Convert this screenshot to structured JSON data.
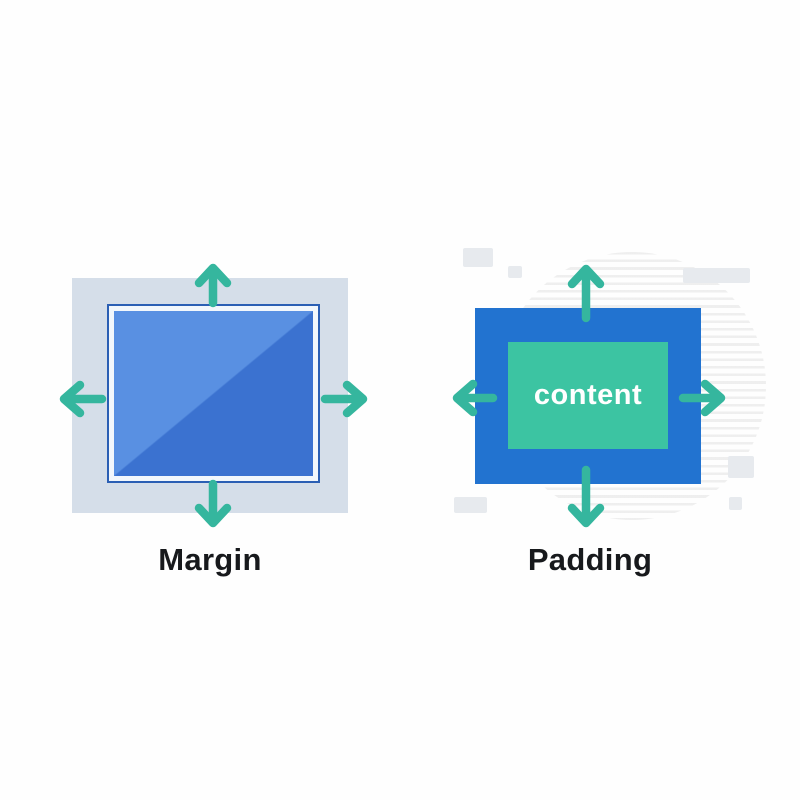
{
  "margin_diagram": {
    "label": "Margin",
    "arrow_directions": [
      "up",
      "left",
      "right",
      "down"
    ]
  },
  "padding_diagram": {
    "label": "Padding",
    "content_label": "content",
    "arrow_directions": [
      "up",
      "left",
      "right",
      "down"
    ]
  },
  "colors": {
    "margin-area": "#d5dee9",
    "margin-box-border": "#2b5fb4",
    "margin-box-stroke": "#f2f7fc",
    "margin-fill-light": "#5990e2",
    "margin-fill-dark": "#3b72d0",
    "padding-box": "#2273d0",
    "content-box": "#3cc4a2",
    "arrow": "#35b69e",
    "label": "#17191c",
    "stripe": "#ececec",
    "deco": "#e7eaee"
  }
}
